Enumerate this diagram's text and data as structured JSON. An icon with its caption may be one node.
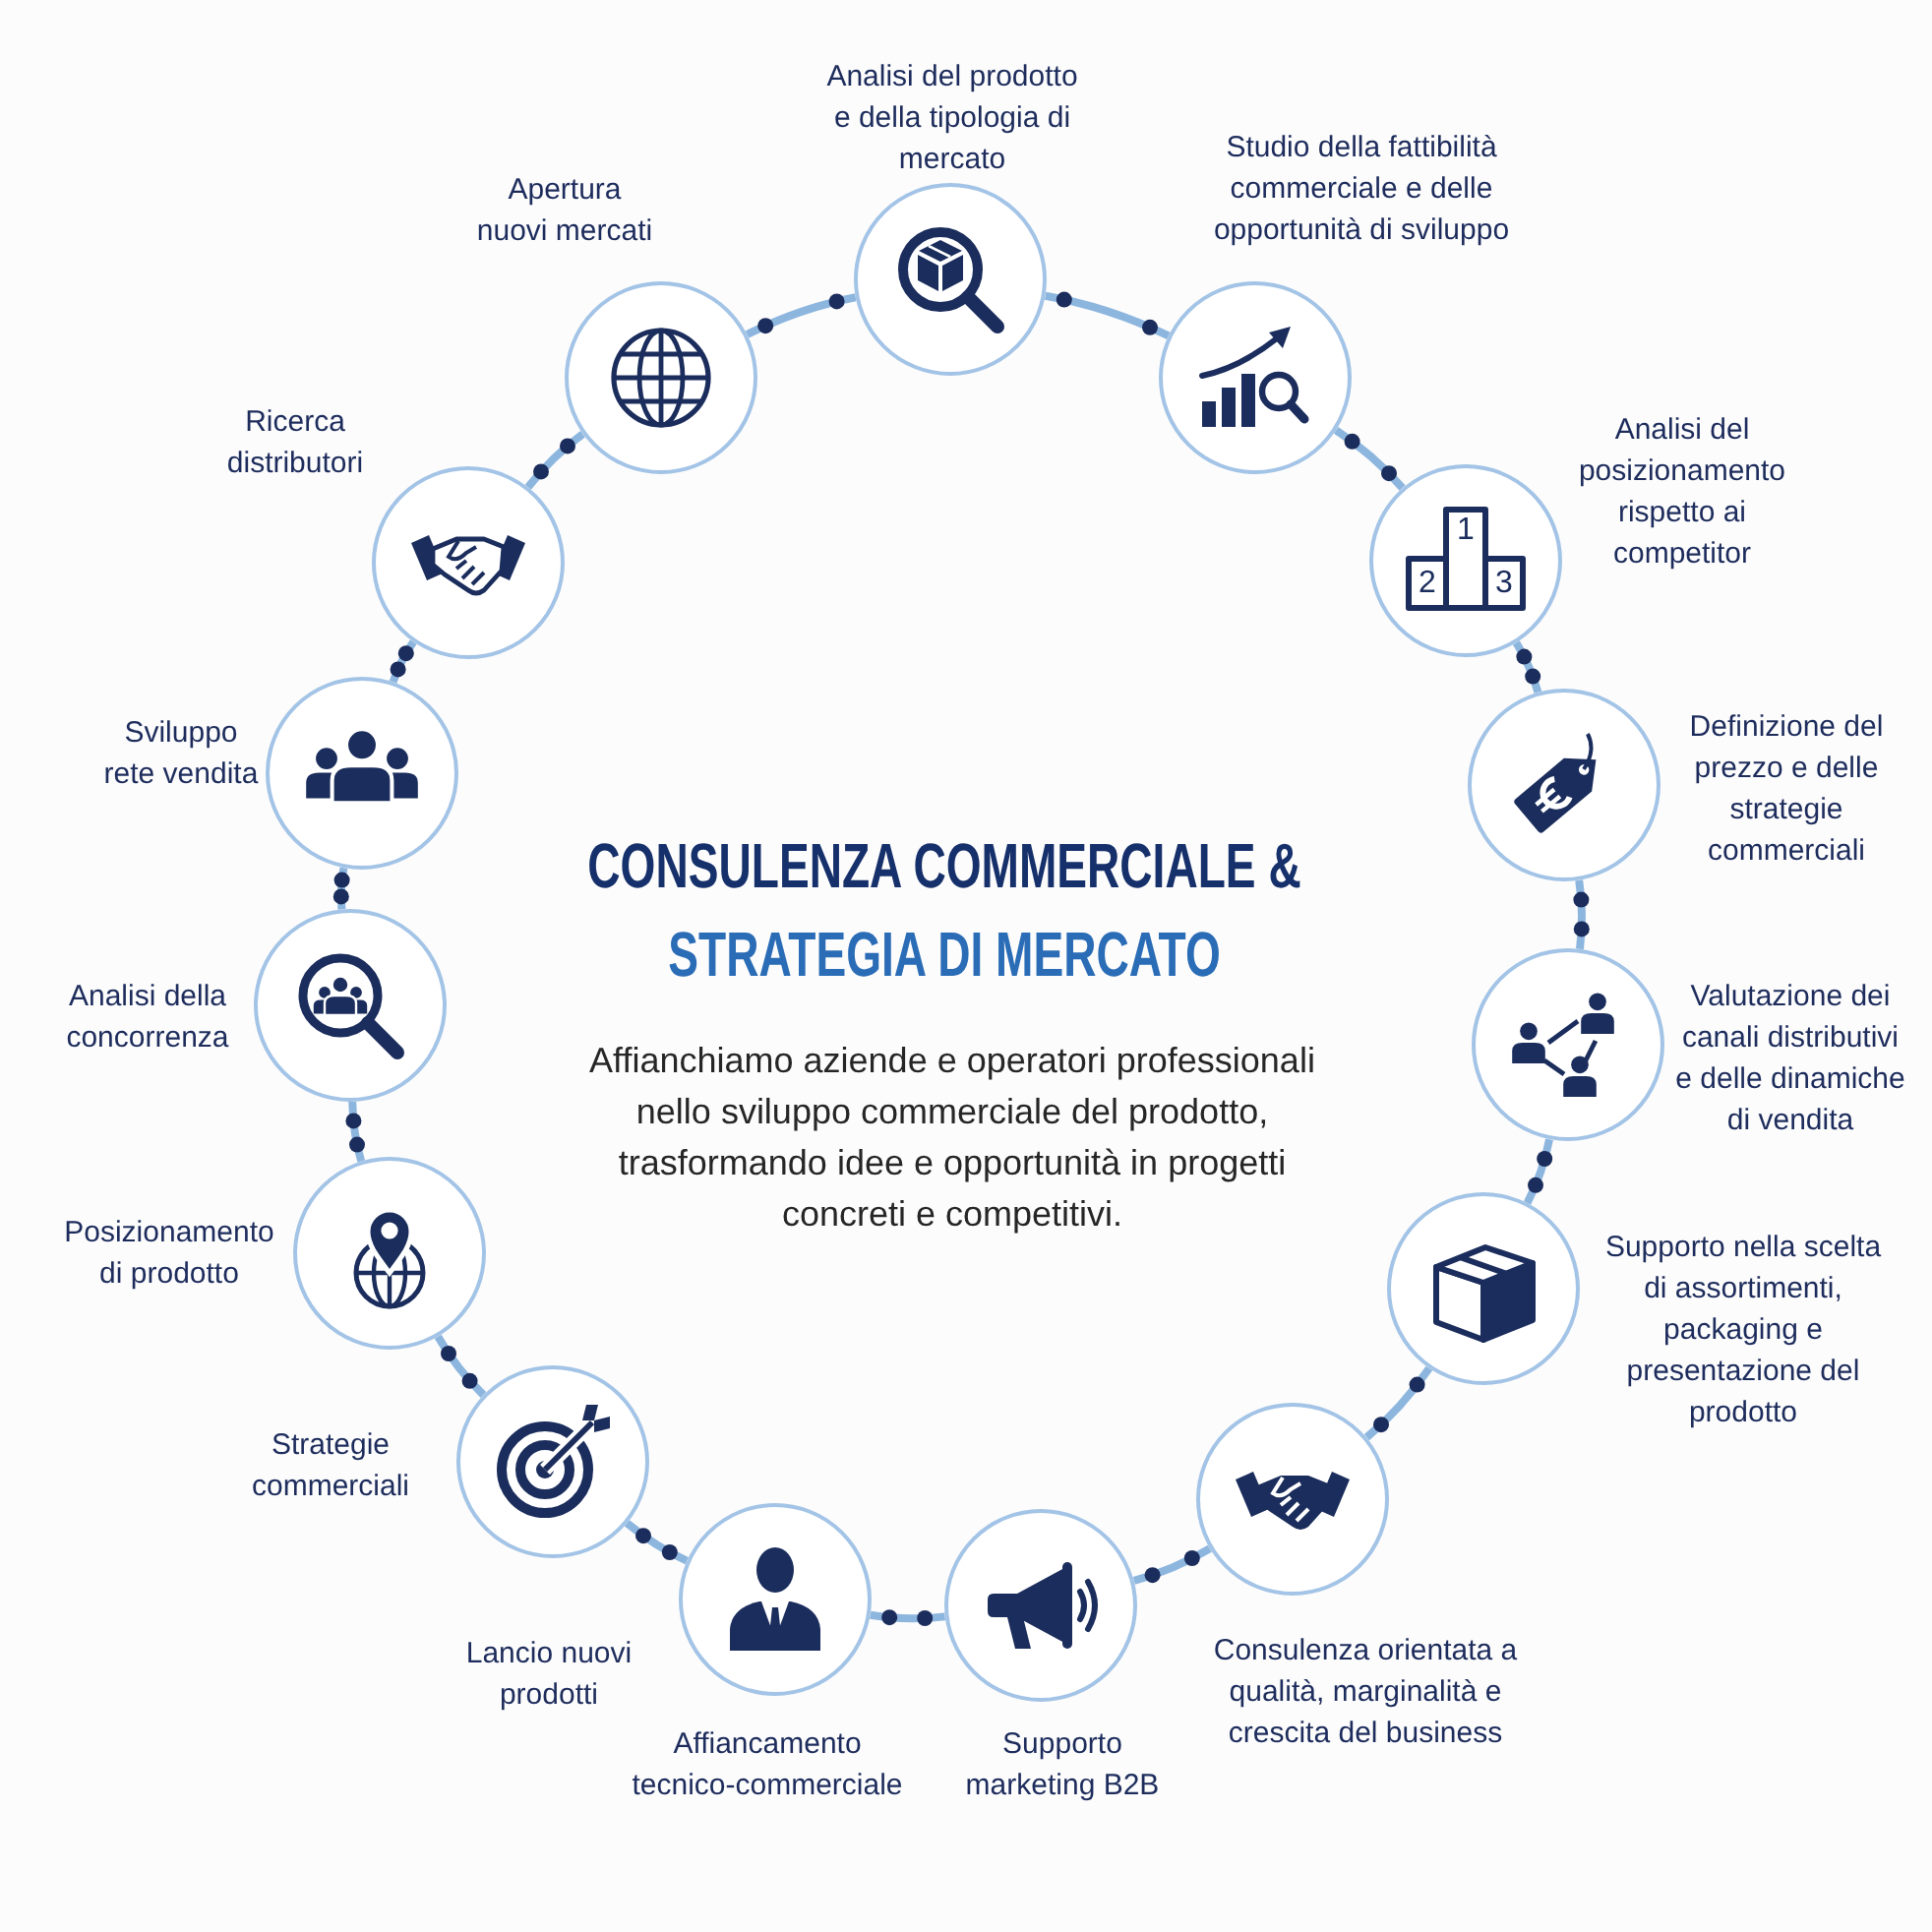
{
  "diagram": {
    "title": "CONSULENZA COMMERCIALE & STRATEGIA DI MERCATO",
    "nodes": [
      {
        "text": [],
        "shape": "circle",
        "beside": [
          "Analisi del prodotto e della tipologia di mercato"
        ]
      },
      {
        "text": [],
        "shape": "circle",
        "beside": [
          "Studio della fattibilità commerciale e delle opportunità di sviluppo"
        ]
      },
      {
        "text": [],
        "shape": "circle",
        "beside": [
          "Analisi del posizionamento rispetto ai competitor"
        ]
      },
      {
        "text": [],
        "shape": "circle",
        "beside": [
          "Definizione del prezzo e delle strategie commerciali"
        ]
      },
      {
        "text": [],
        "shape": "circle",
        "beside": [
          "Valutazione dei canali distributivi e delle dinamiche di vendita"
        ]
      },
      {
        "text": [],
        "shape": "circle",
        "beside": [
          "Supporto nella scelta di assortimenti, packaging e presentazione del prodotto"
        ]
      },
      {
        "text": [],
        "shape": "circle",
        "beside": [
          "Consulenza orientata a qualità, marginalità e crescita del business"
        ]
      },
      {
        "text": [],
        "shape": "circle",
        "beside": [
          "Supporto marketing B2B"
        ]
      },
      {
        "text": [],
        "shape": "circle",
        "beside": [
          "Affiancamento tecnico-commerciale"
        ]
      },
      {
        "text": [],
        "shape": "circle",
        "beside": [
          "Strategie commerciali"
        ]
      },
      {
        "text": [],
        "shape": "circle",
        "beside": [
          "Posizionamento di prodotto"
        ]
      },
      {
        "text": [],
        "shape": "circle",
        "beside": [
          "Analisi della concorrenza"
        ]
      },
      {
        "text": [],
        "shape": "circle",
        "beside": [
          "Sviluppo rete vendita"
        ]
      },
      {
        "text": [],
        "shape": "circle",
        "beside": [
          "Ricerca distributori"
        ]
      },
      {
        "text": [],
        "shape": "circle",
        "beside": [
          "Apertura nuovi mercati"
        ]
      }
    ],
    "edges": [
      {
        "from": 0,
        "to": 1,
        "arrow": "none"
      },
      {
        "from": 1,
        "to": 2,
        "arrow": "none"
      },
      {
        "from": 2,
        "to": 3,
        "arrow": "none"
      },
      {
        "from": 3,
        "to": 4,
        "arrow": "none"
      },
      {
        "from": 4,
        "to": 5,
        "arrow": "none"
      },
      {
        "from": 5,
        "to": 6,
        "arrow": "none"
      },
      {
        "from": 6,
        "to": 7,
        "arrow": "none"
      },
      {
        "from": 7,
        "to": 8,
        "arrow": "none"
      },
      {
        "from": 8,
        "to": 9,
        "arrow": "none"
      },
      {
        "from": 9,
        "to": 10,
        "arrow": "none"
      },
      {
        "from": 10,
        "to": 11,
        "arrow": "none"
      },
      {
        "from": 11,
        "to": 12,
        "arrow": "none"
      },
      {
        "from": 12,
        "to": 13,
        "arrow": "none"
      },
      {
        "from": 13,
        "to": 14,
        "arrow": "none"
      },
      {
        "from": 14,
        "to": 0,
        "arrow": "none"
      }
    ],
    "labels": [
      "1",
      "2",
      "3",
      "Affianchiamo aziende e operatori professionali nello sviluppo commerciale del prodotto, trasformando idee e opportunità in progetti concreti e competitivi.",
      "Lancio nuovi prodotti"
    ]
  }
}
